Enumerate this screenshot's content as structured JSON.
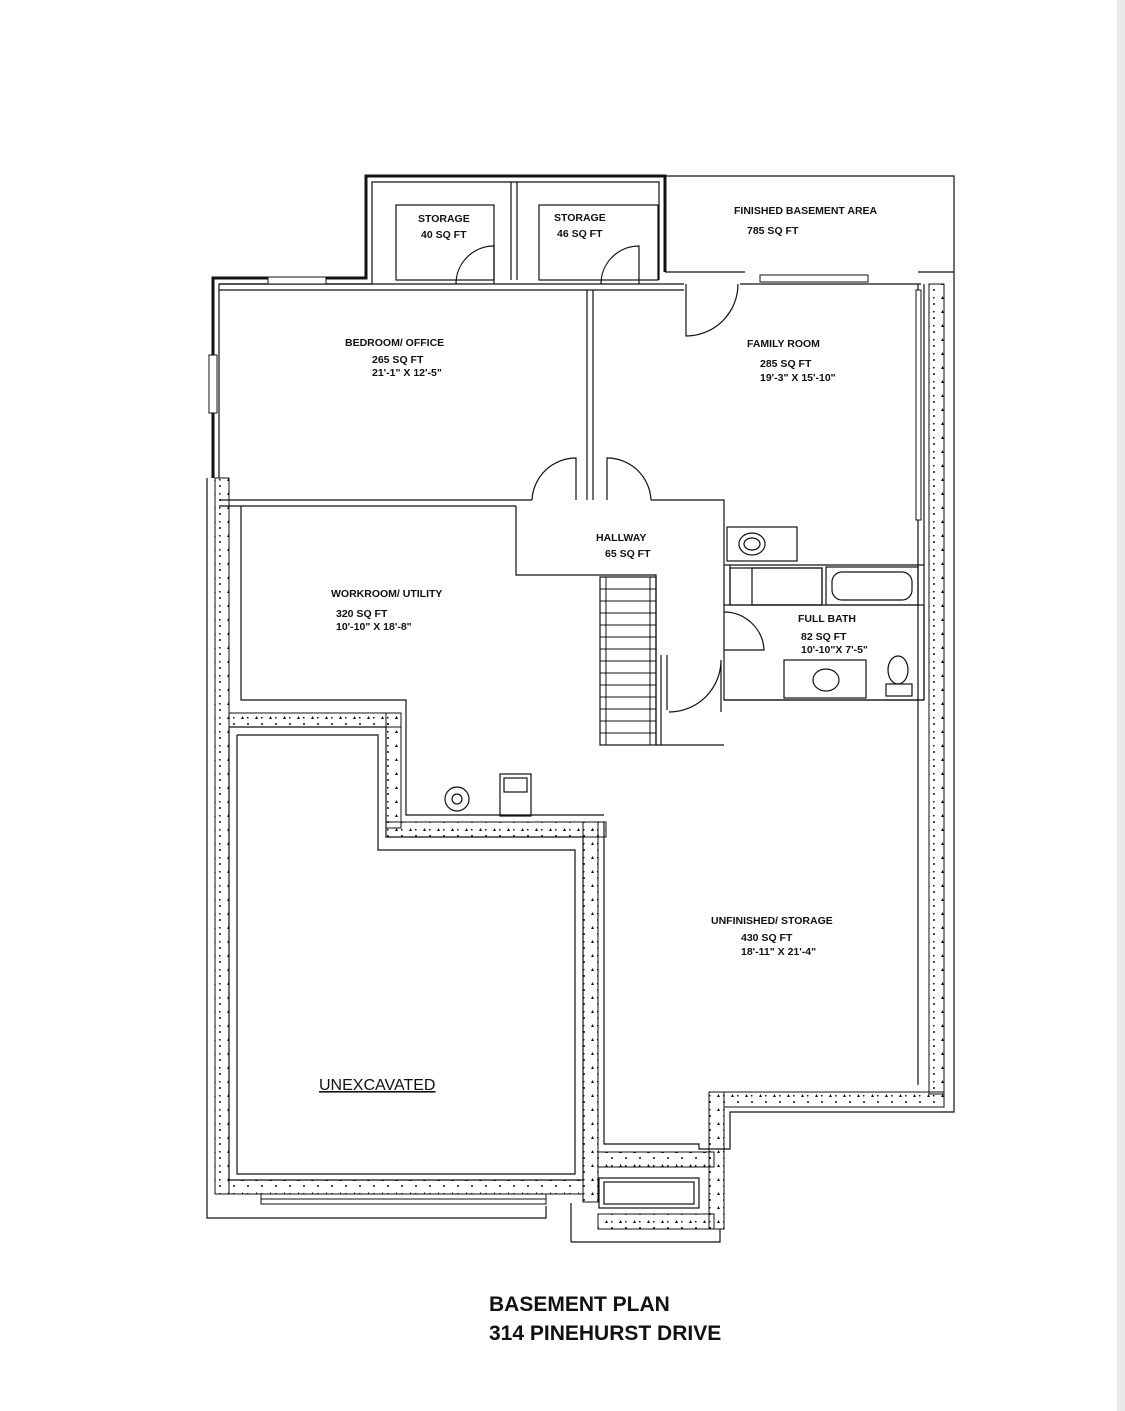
{
  "title": {
    "line1": "BASEMENT PLAN",
    "line2": "314 PINEHURST DRIVE"
  },
  "rooms": {
    "storage_a": {
      "name": "STORAGE",
      "area": "40 SQ FT"
    },
    "storage_b": {
      "name": "STORAGE",
      "area": "46 SQ FT"
    },
    "finished": {
      "name": "FINISHED BASEMENT AREA",
      "area": "785 SQ FT"
    },
    "bedroom": {
      "name": "BEDROOM/ OFFICE",
      "area": "265 SQ FT",
      "dims": "21'-1\" X 12'-5\""
    },
    "family": {
      "name": "FAMILY ROOM",
      "area": "285 SQ FT",
      "dims": "19'-3\" X 15'-10\""
    },
    "hallway": {
      "name": "HALLWAY",
      "area": "65 SQ FT"
    },
    "workroom": {
      "name": "WORKROOM/ UTILITY",
      "area": "320 SQ FT",
      "dims": "10'-10\" X 18'-8\""
    },
    "bath": {
      "name": "FULL BATH",
      "area": "82 SQ FT",
      "dims": "10'-10\"X 7'-5\""
    },
    "unfinished": {
      "name": "UNFINISHED/ STORAGE",
      "area": "430  SQ FT",
      "dims": "18'-11\" X 21'-4\""
    },
    "unexcavated": {
      "name": "UNEXCAVATED"
    }
  }
}
